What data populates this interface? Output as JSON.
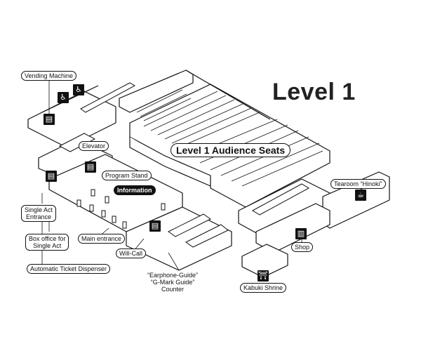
{
  "map": {
    "title": "Level 1",
    "labels": {
      "vending_machine": "Vending Machine",
      "elevator": "Elevator",
      "audience_seats": "Level 1 Audience Seats",
      "program_stand": "Program Stand",
      "information": "Information",
      "single_act_entrance": "Single Act\nEntrance",
      "box_office": "Box office for\nSingle Act",
      "main_entrance": "Main entrance",
      "will_call": "Will-Call",
      "ticket_dispenser": "Automatic Ticket Dispenser",
      "earphone_guide": "“Earphone-Guide”\n“G-Mark Guide”\nCounter",
      "kabuki_shrine": "Kabuki Shrine",
      "tearoom": "Tearoom “Hinoki”",
      "shop": "Shop"
    },
    "icons": {
      "accessible_toilet": "wheelchair-icon",
      "ticket_machine": "ticket-machine-icon",
      "tea": "teacup-icon",
      "shop": "basket-icon",
      "shrine": "torii-icon"
    }
  }
}
